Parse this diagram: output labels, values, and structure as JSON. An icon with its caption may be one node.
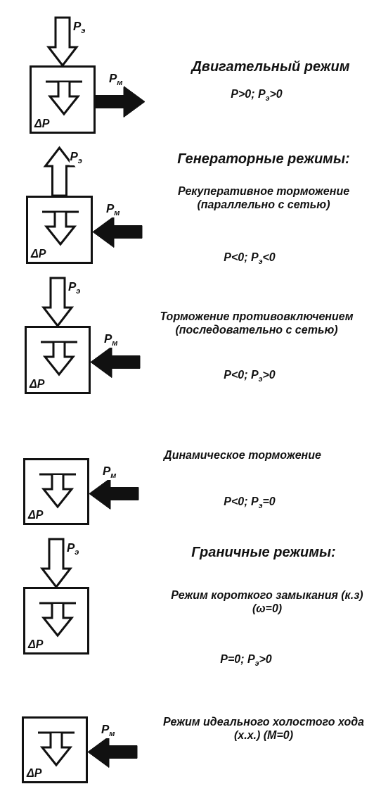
{
  "diagram": {
    "nodes": [
      {
        "text": [
          "ΔP"
        ]
      },
      {
        "text": [
          "ΔP"
        ]
      },
      {
        "text": [
          "ΔP"
        ]
      },
      {
        "text": [
          "ΔP"
        ]
      },
      {
        "text": [
          "ΔP"
        ]
      },
      {
        "text": [
          "ΔP"
        ]
      }
    ],
    "edges": [
      {
        "from": null,
        "to": 0,
        "arrow": "to",
        "label": "P$_{э}$"
      },
      {
        "from": 0,
        "to": null,
        "arrow": "to",
        "label": "P$_{м}$",
        "style": "thick"
      },
      {
        "from": 1,
        "to": null,
        "arrow": "to",
        "label": "P$_{э}$"
      },
      {
        "from": null,
        "to": 1,
        "arrow": "to",
        "label": "P$_{м}$",
        "style": "thick"
      },
      {
        "from": null,
        "to": 2,
        "arrow": "to",
        "label": "P$_{э}$"
      },
      {
        "from": null,
        "to": 2,
        "arrow": "to",
        "label": "P$_{м}$",
        "style": "thick"
      },
      {
        "from": null,
        "to": 3,
        "arrow": "to",
        "label": "P$_{м}$",
        "style": "thick"
      },
      {
        "from": null,
        "to": 4,
        "arrow": "to",
        "label": "P$_{э}$"
      },
      {
        "from": null,
        "to": 5,
        "arrow": "to",
        "label": "P$_{м}$",
        "style": "thick"
      }
    ],
    "labels": [
      "Двигательный режим",
      "P>0; P$_{э}$>0",
      "Генераторные режимы:",
      "Рекуперативное торможение (параллельно с сетью)",
      "P<0; P$_{э}$<0",
      "Торможение противовключением (последовательно с сетью)",
      "P<0; P$_{э}$>0",
      "Динамическое торможение",
      "P<0; P$_{э}$=0",
      "Граничные режимы:",
      "Режим короткого замыкания (к.з) (ω=0)",
      "P=0; P$_{э}$>0",
      "Режим идеального холостого хода (х.х.) (M=0)"
    ]
  }
}
